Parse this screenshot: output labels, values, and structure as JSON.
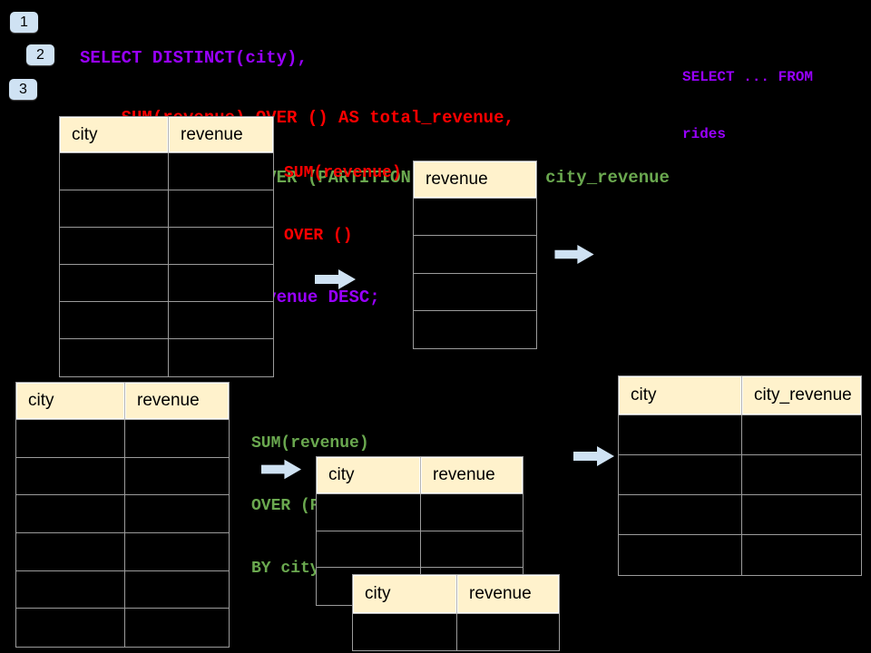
{
  "colors": {
    "background": "#000000",
    "sql_purple": "#9900ff",
    "sql_red": "#ff0000",
    "sql_green": "#6aa84f",
    "table_header_fill": "#fff2cc",
    "arrow_fill": "#cfe2f3",
    "badge_fill": "#cfe2f3",
    "grid_line": "#9b9b9b"
  },
  "step_badges": {
    "b1": "1",
    "b2": "2",
    "b3": "3"
  },
  "sql_code": {
    "lines": {
      "l1": "SELECT DISTINCT(city),",
      "l2": "    SUM(revenue) OVER () AS total_revenue,",
      "l3": "    SUM(revenue) OVER (PARTITION BY city) as city_revenue",
      "l4": "  FROM rides",
      "l5": "  ORDER by city_revenue DESC;"
    }
  },
  "from_note": {
    "line1": "SELECT ... FROM",
    "line2": "rides"
  },
  "total_label": {
    "line1": "SUM(revenue)",
    "line2": "OVER ()"
  },
  "partition_label": {
    "line1": "SUM(revenue)",
    "line2": "OVER (PARTITION",
    "line3": "BY city)"
  },
  "tables": {
    "source_top": {
      "headers": {
        "c1": "city",
        "c2": "revenue"
      }
    },
    "total_result": {
      "headers": {
        "c1": "revenue"
      }
    },
    "source_bottom": {
      "headers": {
        "c1": "city",
        "c2": "revenue"
      }
    },
    "partition_mid": {
      "headers": {
        "c1": "city",
        "c2": "revenue"
      }
    },
    "partition_overlay": {
      "headers": {
        "c1": "city",
        "c2": "revenue"
      }
    },
    "final_result": {
      "headers": {
        "c1": "city",
        "c2": "city_revenue"
      }
    }
  }
}
